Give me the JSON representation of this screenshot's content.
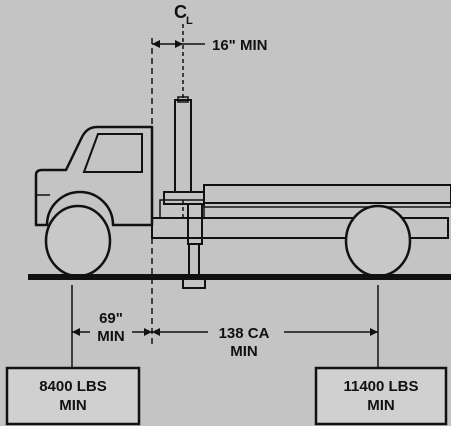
{
  "diagram": {
    "centerline_symbol": "C",
    "centerline_subscript": "L",
    "offset_label": "16\" MIN",
    "cab_to_centerline_line1": "69\"",
    "cab_to_centerline_line2": "MIN",
    "cab_to_axle_line1": "138 CA",
    "cab_to_axle_line2": "MIN",
    "front_axle_line1": "8400 LBS",
    "front_axle_line2": "MIN",
    "rear_axle_line1": "11400 LBS",
    "rear_axle_line2": "MIN"
  },
  "colors": {
    "background": "#c4c4c4",
    "ink": "#111111",
    "box_fill": "#d0d0d0"
  }
}
